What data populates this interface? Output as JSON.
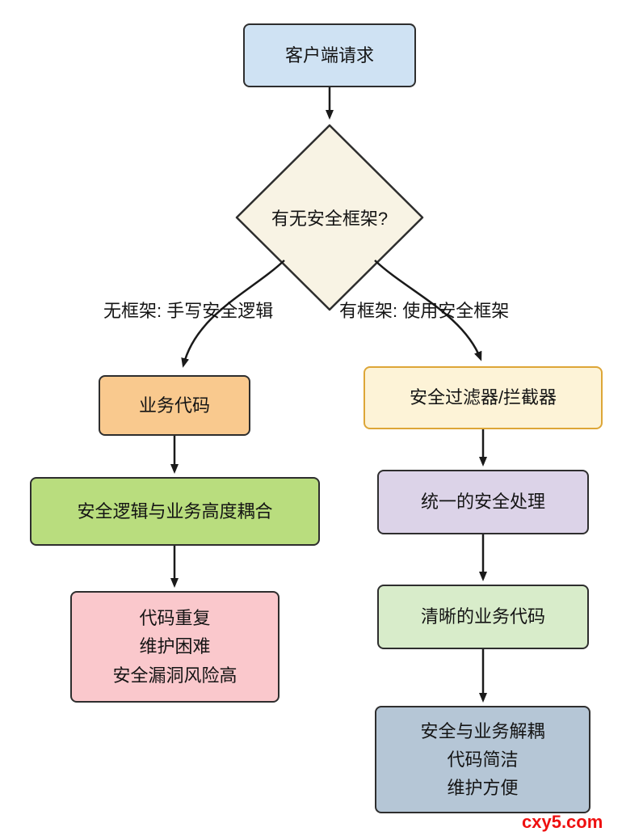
{
  "diagram": {
    "nodes": {
      "client_request": "客户端请求",
      "decision": "有无安全框架?",
      "business_code": "业务代码",
      "coupled": "安全逻辑与业务高度耦合",
      "problems_lines": [
        "代码重复",
        "维护困难",
        "安全漏洞风险高"
      ],
      "security_filter": "安全过滤器/拦截器",
      "unified_handling": "统一的安全处理",
      "clear_code": "清晰的业务代码",
      "decoupled_lines": [
        "安全与业务解耦",
        "代码简洁",
        "维护方便"
      ]
    },
    "edges": {
      "no_framework_label": "无框架: 手写安全逻辑",
      "has_framework_label": "有框架: 使用安全框架"
    },
    "watermark": "cxy5.com",
    "colors": {
      "client_request_fill": "#cfe2f3",
      "decision_fill": "#f8f3e4",
      "business_code_fill": "#f9c98e",
      "coupled_fill": "#b9dd7e",
      "problems_fill": "#fac8cc",
      "security_filter_fill": "#fdf3d7",
      "security_filter_border": "#dda637",
      "unified_handling_fill": "#dcd3e8",
      "clear_code_fill": "#d8ecca",
      "decoupled_fill": "#b5c6d6",
      "node_border": "#2e2e2e",
      "arrow": "#1a1a1a",
      "watermark_color": "#ee1010"
    }
  }
}
